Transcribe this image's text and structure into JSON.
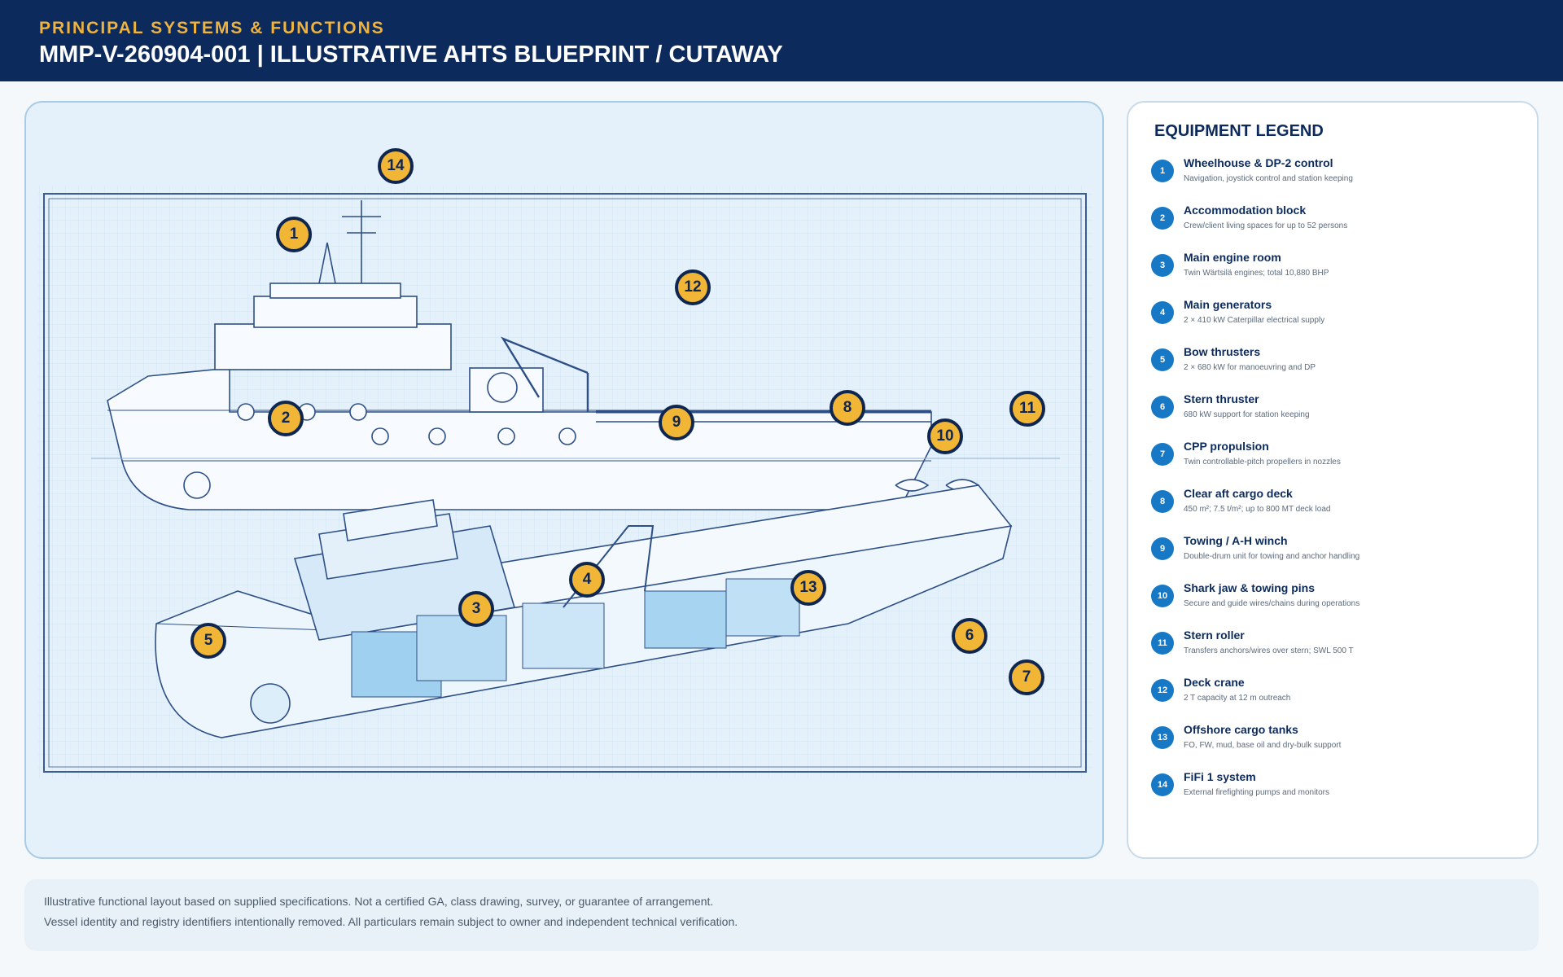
{
  "header": {
    "kicker": "PRINCIPAL SYSTEMS & FUNCTIONS",
    "title": "MMP-V-260904-001 | ILLUSTRATIVE AHTS BLUEPRINT / CUTAWAY"
  },
  "markers": [
    {
      "num": "14",
      "target": "FiFi 1 system"
    },
    {
      "num": "1",
      "target": "Wheelhouse & DP-2 control"
    },
    {
      "num": "12",
      "target": "Deck crane"
    },
    {
      "num": "2",
      "target": "Accommodation block"
    },
    {
      "num": "9",
      "target": "Towing / A-H winch"
    },
    {
      "num": "8",
      "target": "Clear aft cargo deck"
    },
    {
      "num": "11",
      "target": "Stern roller"
    },
    {
      "num": "10",
      "target": "Shark jaw & towing pins"
    },
    {
      "num": "4",
      "target": "Main generators"
    },
    {
      "num": "13",
      "target": "Offshore cargo tanks"
    },
    {
      "num": "3",
      "target": "Main engine room"
    },
    {
      "num": "5",
      "target": "Bow thrusters"
    },
    {
      "num": "6",
      "target": "Stern thruster"
    },
    {
      "num": "7",
      "target": "CPP propulsion"
    }
  ],
  "legend": {
    "title": "EQUIPMENT LEGEND",
    "items": [
      {
        "num": "1",
        "name": "Wheelhouse & DP-2 control",
        "desc": "Navigation, joystick control and station keeping"
      },
      {
        "num": "2",
        "name": "Accommodation block",
        "desc": "Crew/client living spaces for up to 52 persons"
      },
      {
        "num": "3",
        "name": "Main engine room",
        "desc": "Twin Wärtsilä engines; total 10,880 BHP"
      },
      {
        "num": "4",
        "name": "Main generators",
        "desc": "2 × 410 kW Caterpillar electrical supply"
      },
      {
        "num": "5",
        "name": "Bow thrusters",
        "desc": "2 × 680 kW for manoeuvring and DP"
      },
      {
        "num": "6",
        "name": "Stern thruster",
        "desc": "680 kW support for station keeping"
      },
      {
        "num": "7",
        "name": "CPP propulsion",
        "desc": "Twin controllable-pitch propellers in nozzles"
      },
      {
        "num": "8",
        "name": "Clear aft cargo deck",
        "desc": "450 m²; 7.5 t/m²; up to 800 MT deck load"
      },
      {
        "num": "9",
        "name": "Towing / A-H winch",
        "desc": "Double-drum unit for towing and anchor handling"
      },
      {
        "num": "10",
        "name": "Shark jaw & towing pins",
        "desc": "Secure and guide wires/chains during operations"
      },
      {
        "num": "11",
        "name": "Stern roller",
        "desc": "Transfers anchors/wires over stern; SWL 500 T"
      },
      {
        "num": "12",
        "name": "Deck crane",
        "desc": "2 T capacity at 12 m outreach"
      },
      {
        "num": "13",
        "name": "Offshore cargo tanks",
        "desc": "FO, FW, mud, base oil and dry-bulk support"
      },
      {
        "num": "14",
        "name": "FiFi 1 system",
        "desc": "External firefighting pumps and monitors"
      }
    ]
  },
  "footer": {
    "line1": "Illustrative functional layout based on supplied specifications. Not a certified GA, class drawing, survey, or guarantee of arrangement.",
    "line2": "Vessel identity and registry identifiers intentionally removed. All particulars remain subject to owner and independent technical verification."
  },
  "colors": {
    "header_bg": "#0c2a5c",
    "accent": "#f0b33c",
    "marker_fill": "#f2b637",
    "legend_badge": "#1778c6",
    "blueprint_line": "#2d4f86"
  }
}
